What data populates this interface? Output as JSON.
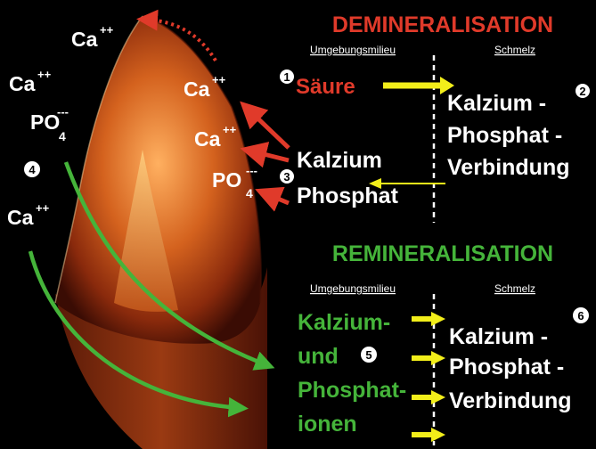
{
  "demineralisation": {
    "title": "DEMINERALISATION",
    "col_left": "Umgebungsmilieu",
    "col_right": "Schmelz",
    "acid": "Säure",
    "compound": [
      "Kalzium -",
      "Phosphat -",
      "Verbindung"
    ],
    "released": [
      "Kalzium",
      "Phosphat"
    ]
  },
  "remineralisation": {
    "title": "REMINERALISATION",
    "col_left": "Umgebungsmilieu",
    "col_right": "Schmelz",
    "ions": [
      "Kalzium-",
      "und",
      "Phosphat-",
      "ionen"
    ],
    "compound": [
      "Kalzium -",
      "Phosphat -",
      "Verbindung"
    ]
  },
  "ions": {
    "ca": "Ca",
    "ca_charge": "++",
    "po": "PO",
    "po_sub": "4",
    "po_charge": "---"
  },
  "markers": [
    "1",
    "2",
    "3",
    "4",
    "5",
    "6"
  ],
  "colors": {
    "demin_red": "#e03a2a",
    "remin_green": "#45b43a",
    "arrow_yellow": "#f2ee1a",
    "tooth_orange": "#c8501a"
  }
}
